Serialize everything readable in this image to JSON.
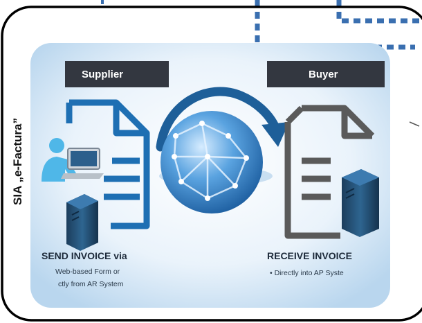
{
  "side_label": "SIA „e-Factura”",
  "supplier": {
    "header": "Supplier",
    "caption_title": "SEND INVOICE via",
    "caption_lines": [
      "Web-based Form or",
      "ctly from AR System"
    ]
  },
  "buyer": {
    "header": "Buyer",
    "caption_title": "RECEIVE INVOICE",
    "caption_lines": [
      "• Directly into AP Syste"
    ]
  },
  "colors": {
    "document_blue": "#1e6fb3",
    "document_grey": "#5a5a5a",
    "tab_dark": "#333740",
    "dotted_border": "#3a6fb0",
    "panel_light": "#e8f2fa"
  },
  "icons": [
    "supplier-document-icon",
    "buyer-document-icon",
    "globe-icon",
    "laptop-user-icon",
    "supplier-server-icon",
    "buyer-server-icon",
    "transfer-arrow-icon"
  ]
}
